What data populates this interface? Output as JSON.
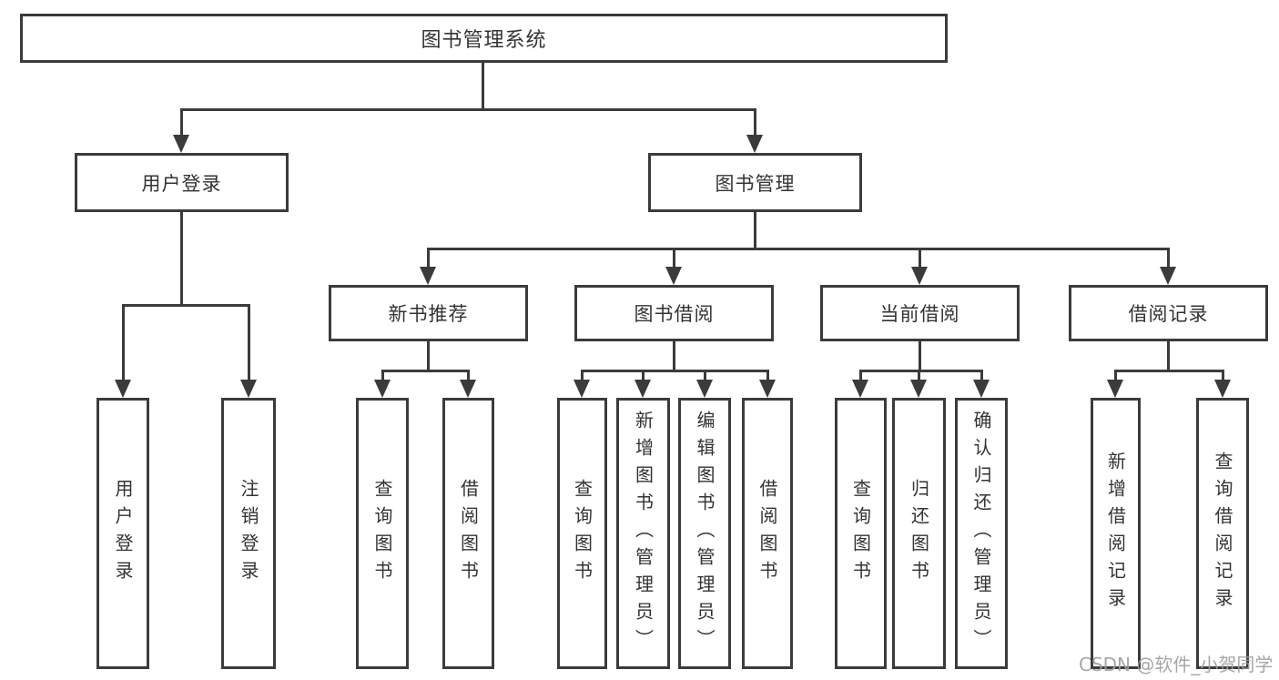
{
  "tree": {
    "root": {
      "label": "图书管理系统"
    },
    "branches": [
      {
        "label": "用户登录",
        "children": [
          {
            "label": "用户登录"
          },
          {
            "label": "注销登录"
          }
        ]
      },
      {
        "label": "图书管理",
        "groups": [
          {
            "label": "新书推荐",
            "children": [
              {
                "label": "查询图书"
              },
              {
                "label": "借阅图书"
              }
            ]
          },
          {
            "label": "图书借阅",
            "children": [
              {
                "label": "查询图书"
              },
              {
                "label": "新增图书（管理员）"
              },
              {
                "label": "编辑图书（管理员）"
              },
              {
                "label": "借阅图书"
              }
            ]
          },
          {
            "label": "当前借阅",
            "children": [
              {
                "label": "查询图书"
              },
              {
                "label": "归还图书"
              },
              {
                "label": "确认归还（管理员）"
              }
            ]
          },
          {
            "label": "借阅记录",
            "children": [
              {
                "label": "新增借阅记录"
              },
              {
                "label": "查询借阅记录"
              }
            ]
          }
        ]
      }
    ]
  },
  "watermark": {
    "text": "CSDN @软件_小贺同学"
  },
  "colors": {
    "line": "#3b3b3b",
    "text": "#333333",
    "watermark": "#9e9e9e",
    "background": "#ffffff"
  }
}
